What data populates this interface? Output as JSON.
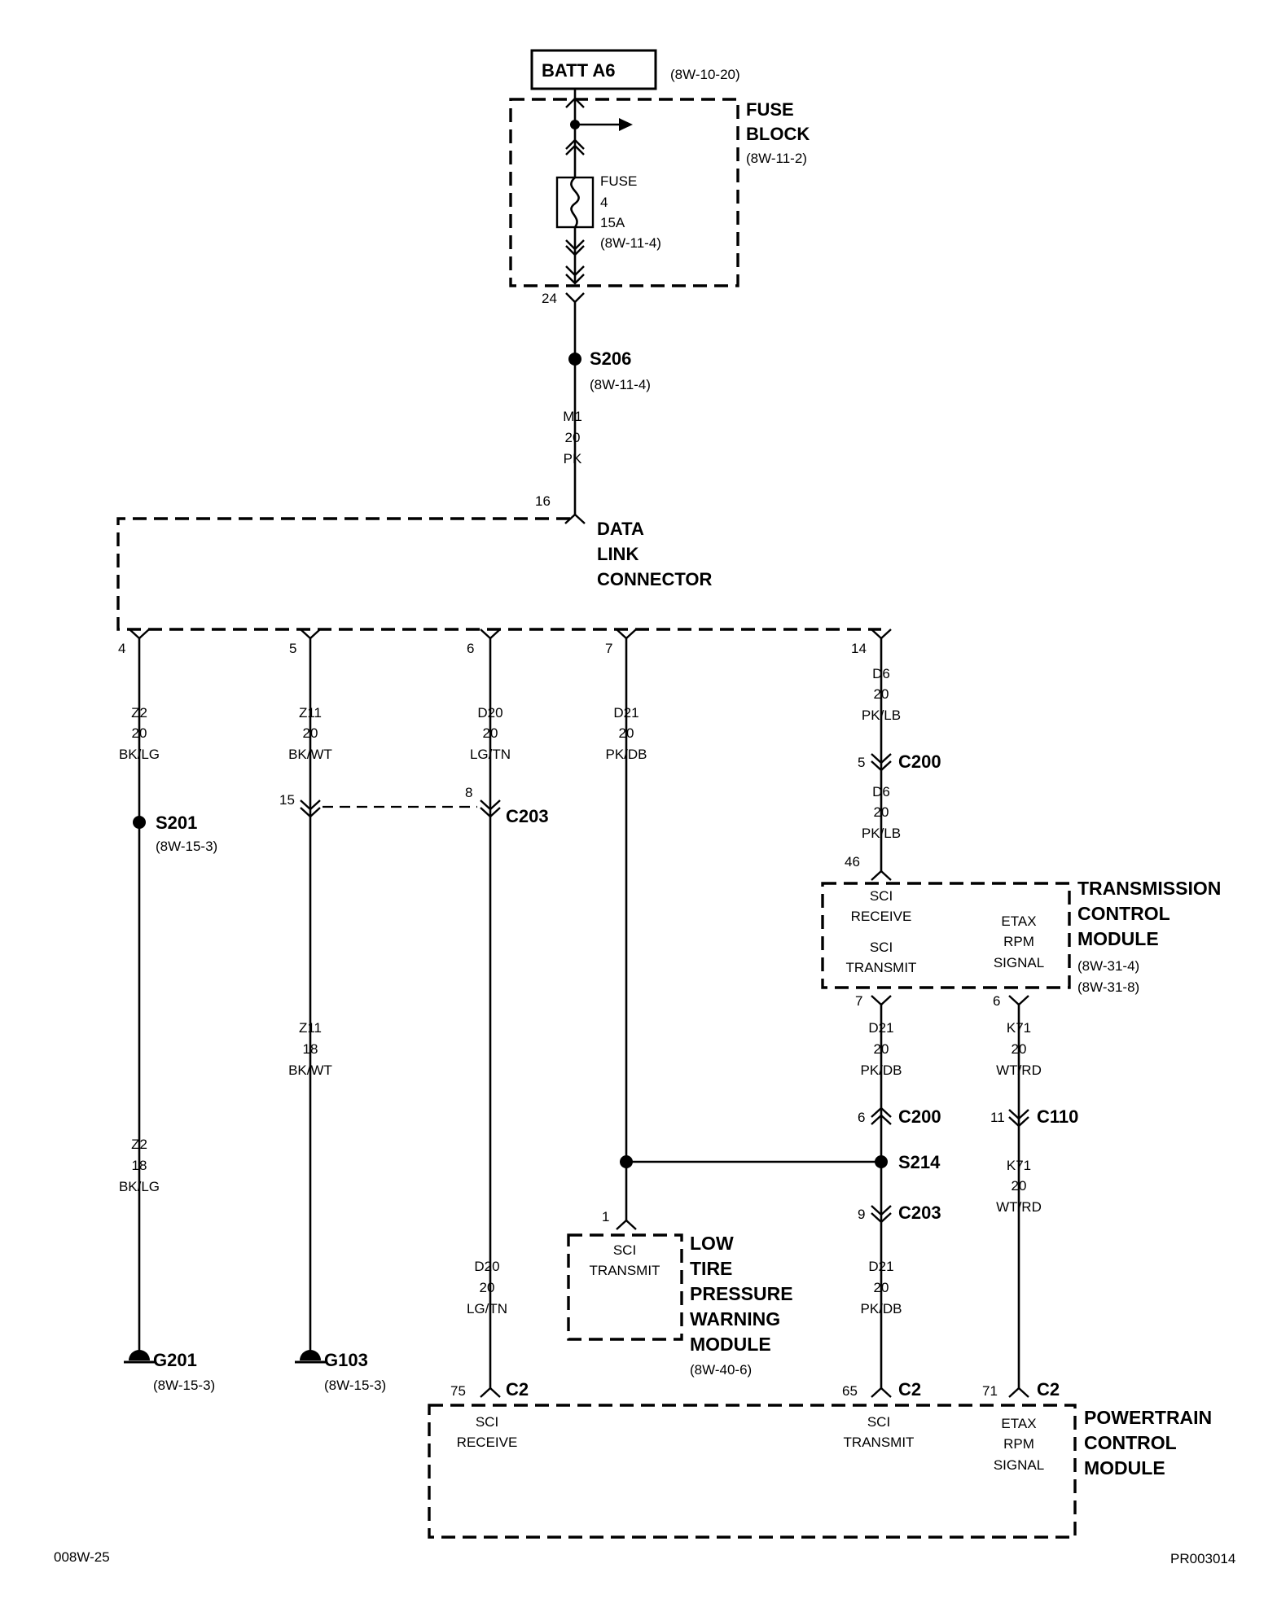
{
  "battery": {
    "label": "BATT A6",
    "ref": "(8W-10-20)"
  },
  "fuse_block": {
    "title1": "FUSE",
    "title2": "BLOCK",
    "ref": "(8W-11-2)"
  },
  "fuse": {
    "label": "FUSE",
    "num": "4",
    "rating": "15A",
    "ref": "(8W-11-4)"
  },
  "fuse_block_pin": "24",
  "s206": {
    "label": "S206",
    "ref": "(8W-11-4)"
  },
  "wire_m1": [
    "M1",
    "20",
    "PK"
  ],
  "dlc": {
    "pin_top": "16",
    "title1": "DATA",
    "title2": "LINK",
    "title3": "CONNECTOR",
    "pins": [
      "4",
      "5",
      "6",
      "7",
      "14"
    ]
  },
  "wire_z2_20": [
    "Z2",
    "20",
    "BK/LG"
  ],
  "wire_z11_20": [
    "Z11",
    "20",
    "BK/WT"
  ],
  "wire_d20_upper": [
    "D20",
    "20",
    "LG/TN"
  ],
  "wire_d21_dlc": [
    "D21",
    "20",
    "PK/DB"
  ],
  "wire_d6_a": [
    "D6",
    "20",
    "PK/LB"
  ],
  "wire_d6_b": [
    "D6",
    "20",
    "PK/LB"
  ],
  "c200_d6": {
    "pin": "5",
    "label": "C200"
  },
  "s201": {
    "label": "S201",
    "ref": "(8W-15-3)"
  },
  "c203_top": {
    "pin_left": "15",
    "pin_right": "8",
    "label": "C203"
  },
  "wire_z11_18": [
    "Z11",
    "18",
    "BK/WT"
  ],
  "wire_z2_18": [
    "Z2",
    "18",
    "BK/LG"
  ],
  "wire_d20_lower": [
    "D20",
    "20",
    "LG/TN"
  ],
  "tcm": {
    "pin_in": "46",
    "sci_receive": [
      "SCI",
      "RECEIVE"
    ],
    "sci_transmit": [
      "SCI",
      "TRANSMIT"
    ],
    "etax": [
      "ETAX",
      "RPM",
      "SIGNAL"
    ],
    "title": [
      "TRANSMISSION",
      "CONTROL",
      "MODULE"
    ],
    "refs": [
      "(8W-31-4)",
      "(8W-31-8)"
    ],
    "pin_tx": "7",
    "pin_etax": "6"
  },
  "wire_d21_tcm": [
    "D21",
    "20",
    "PK/DB"
  ],
  "wire_k71_a": [
    "K71",
    "20",
    "WT/RD"
  ],
  "c200_d21": {
    "pin": "6",
    "label": "C200"
  },
  "c110": {
    "pin": "11",
    "label": "C110"
  },
  "s214": {
    "label": "S214"
  },
  "c203_bottom": {
    "pin": "9",
    "label": "C203"
  },
  "wire_k71_b": [
    "K71",
    "20",
    "WT/RD"
  ],
  "wire_d21_pcm": [
    "D21",
    "20",
    "PK/DB"
  ],
  "ltpwm": {
    "pin": "1",
    "sci_transmit": [
      "SCI",
      "TRANSMIT"
    ],
    "title": [
      "LOW",
      "TIRE",
      "PRESSURE",
      "WARNING",
      "MODULE"
    ],
    "ref": "(8W-40-6)"
  },
  "g201": {
    "label": "G201",
    "ref": "(8W-15-3)"
  },
  "g103": {
    "label": "G103",
    "ref": "(8W-15-3)"
  },
  "pcm": {
    "c2_pins": [
      "75",
      "65",
      "71"
    ],
    "c2_label": "C2",
    "sci_receive": [
      "SCI",
      "RECEIVE"
    ],
    "sci_transmit": [
      "SCI",
      "TRANSMIT"
    ],
    "etax": [
      "ETAX",
      "RPM",
      "SIGNAL"
    ],
    "title": [
      "POWERTRAIN",
      "CONTROL",
      "MODULE"
    ]
  },
  "footer": {
    "left": "008W-25",
    "right": "PR003014"
  }
}
